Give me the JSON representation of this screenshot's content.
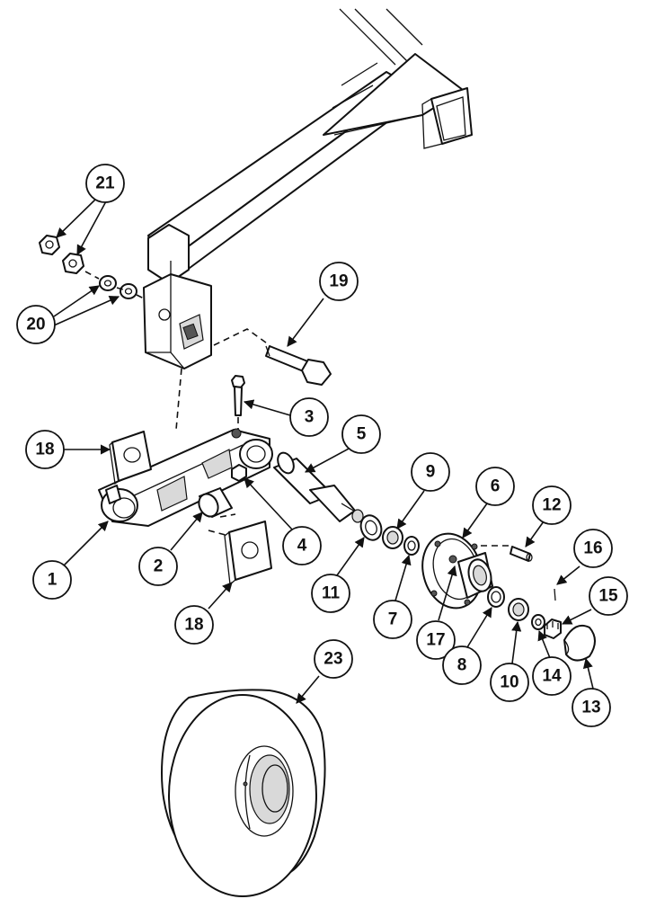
{
  "callouts": [
    {
      "id": "1",
      "label": "1"
    },
    {
      "id": "2",
      "label": "2"
    },
    {
      "id": "3",
      "label": "3"
    },
    {
      "id": "4",
      "label": "4"
    },
    {
      "id": "5",
      "label": "5"
    },
    {
      "id": "6",
      "label": "6"
    },
    {
      "id": "7",
      "label": "7"
    },
    {
      "id": "8",
      "label": "8"
    },
    {
      "id": "9",
      "label": "9"
    },
    {
      "id": "10",
      "label": "10"
    },
    {
      "id": "11",
      "label": "11"
    },
    {
      "id": "12",
      "label": "12"
    },
    {
      "id": "13",
      "label": "13"
    },
    {
      "id": "14",
      "label": "14"
    },
    {
      "id": "15",
      "label": "15"
    },
    {
      "id": "16",
      "label": "16"
    },
    {
      "id": "17",
      "label": "17"
    },
    {
      "id": "18a",
      "label": "18"
    },
    {
      "id": "18b",
      "label": "18"
    },
    {
      "id": "19",
      "label": "19"
    },
    {
      "id": "20",
      "label": "20"
    },
    {
      "id": "21",
      "label": "21"
    },
    {
      "id": "23",
      "label": "23"
    }
  ]
}
